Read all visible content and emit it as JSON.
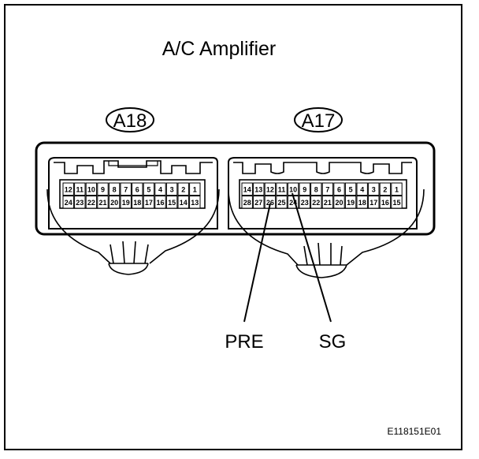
{
  "title": "A/C Amplifier",
  "connectors": [
    {
      "id": "A18",
      "top_row": [
        "12",
        "11",
        "10",
        "9",
        "8",
        "7",
        "6",
        "5",
        "4",
        "3",
        "2",
        "1"
      ],
      "bottom_row": [
        "24",
        "23",
        "22",
        "21",
        "20",
        "19",
        "18",
        "17",
        "16",
        "15",
        "14",
        "13"
      ]
    },
    {
      "id": "A17",
      "top_row": [
        "14",
        "13",
        "12",
        "11",
        "10",
        "9",
        "8",
        "7",
        "6",
        "5",
        "4",
        "3",
        "2",
        "1"
      ],
      "bottom_row": [
        "28",
        "27",
        "26",
        "25",
        "24",
        "23",
        "22",
        "21",
        "20",
        "19",
        "18",
        "17",
        "16",
        "15"
      ]
    }
  ],
  "callouts": [
    {
      "label": "PRE",
      "connector": "A17",
      "pin": "26"
    },
    {
      "label": "SG",
      "connector": "A17",
      "pin": "10"
    }
  ],
  "figure_code": "E118151E01"
}
